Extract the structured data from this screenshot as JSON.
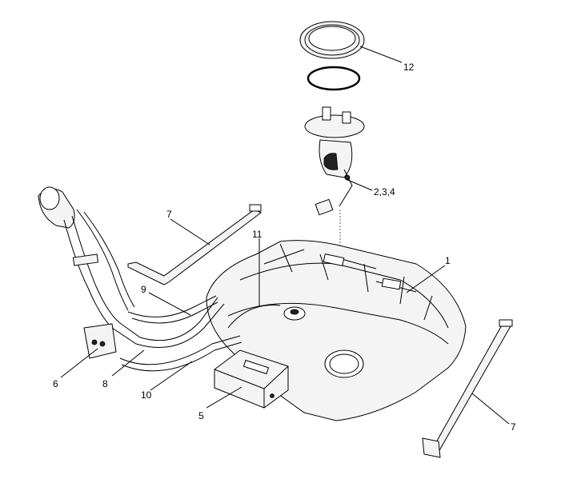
{
  "callouts": [
    {
      "text": "12"
    },
    {
      "text": "2,3,4"
    },
    {
      "text": "1"
    },
    {
      "text": "7"
    },
    {
      "text": "11"
    },
    {
      "text": "9"
    },
    {
      "text": "6"
    },
    {
      "text": "8"
    },
    {
      "text": "10"
    },
    {
      "text": "5"
    },
    {
      "text": "7"
    }
  ],
  "colors": {
    "line": "#000000",
    "fill": "#f4f4f4",
    "background": "#ffffff"
  }
}
